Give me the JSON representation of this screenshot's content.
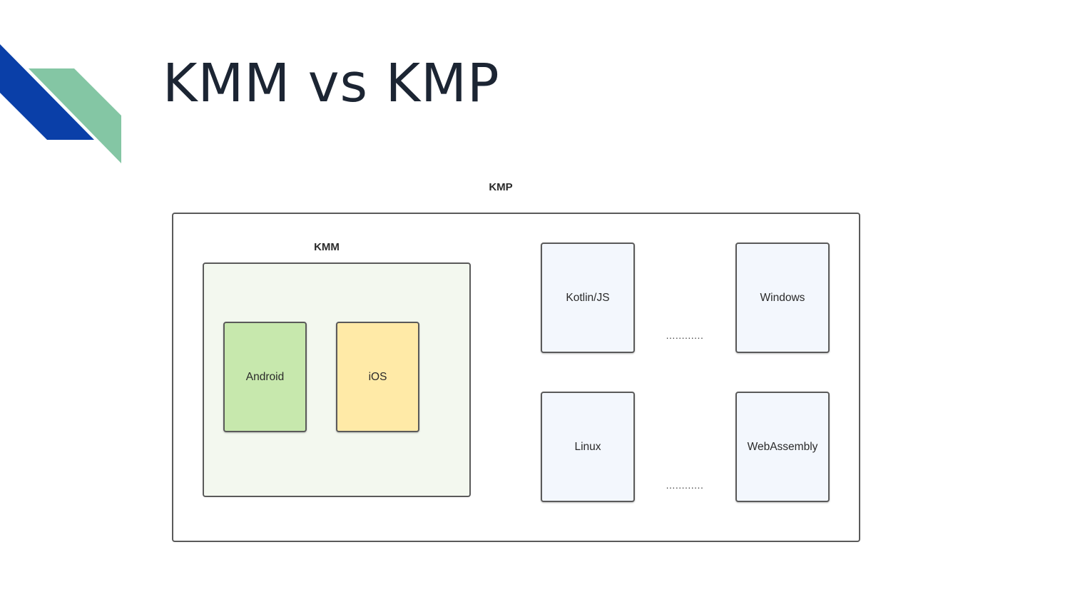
{
  "slide": {
    "title": "KMM vs KMP"
  },
  "diagram": {
    "kmp_label": "KMP",
    "kmm_label": "KMM",
    "kmm_platforms": [
      {
        "label": "Android",
        "color": "#c7e8ad"
      },
      {
        "label": "iOS",
        "color": "#ffeaa7"
      }
    ],
    "other_platforms": [
      {
        "label": "Kotlin/JS"
      },
      {
        "label": "Windows"
      },
      {
        "label": "Linux"
      },
      {
        "label": "WebAssembly"
      }
    ],
    "ellipsis_top": "............",
    "ellipsis_bottom": "............"
  },
  "colors": {
    "decor_blue": "#0a3fa8",
    "decor_green": "#84c6a4",
    "kmm_background": "#f3f8ef",
    "platform_background": "#f3f7fd"
  }
}
